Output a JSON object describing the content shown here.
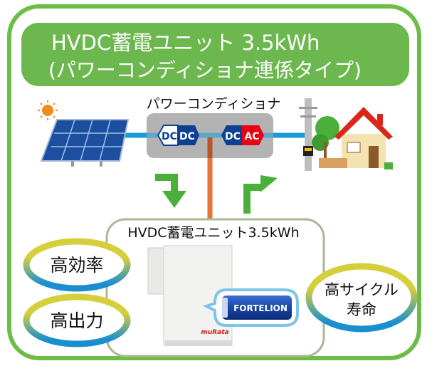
{
  "banner": {
    "line1": "HVDC蓄電ユニット 3.5kWh",
    "line2": "(パワーコンディショナ連係タイプ)"
  },
  "power_conditioner": {
    "label": "パワーコンディショナ",
    "converter1": {
      "left": "DC",
      "right": "DC"
    },
    "converter2": {
      "left": "DC",
      "right": "AC"
    }
  },
  "unit": {
    "title": "HVDC蓄電ユニット3.5kWh",
    "brand": "muRata",
    "battery_label": "FORTELION"
  },
  "features": [
    {
      "lines": [
        "高効率"
      ]
    },
    {
      "lines": [
        "高出力"
      ]
    },
    {
      "lines": [
        "高サイクル",
        "寿命"
      ]
    }
  ],
  "colors": {
    "frame_green": "#6cbd45",
    "banner_green": "#6cb84e",
    "dc_bus_blue": "#1a9bd7",
    "battery_line_orange": "#e8733a",
    "converter_blue": "#0d3f93",
    "ac_red": "#e60012"
  }
}
